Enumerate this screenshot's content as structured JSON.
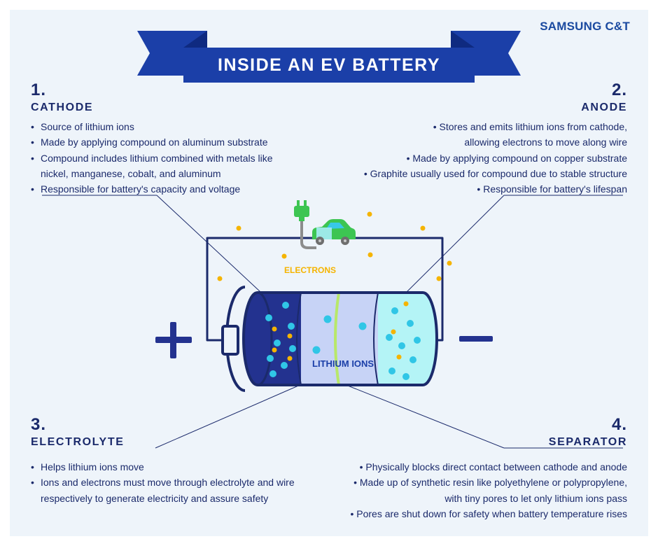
{
  "brand": "SAMSUNG C&T",
  "title": "INSIDE AN EV BATTERY",
  "colors": {
    "background": "#eef4fa",
    "navy": "#1b2a6b",
    "banner_blue": "#1b3fa8",
    "banner_dark": "#0f2a80",
    "cathode_fill": "#23328f",
    "electrolyte_fill": "#c7d3f6",
    "anode_fill": "#b4f4f6",
    "ion_cyan": "#30c6e6",
    "electron_yellow": "#f5b400",
    "separator_green": "#b8e86a",
    "car_green": "#3dc552",
    "car_window": "#38c8e8"
  },
  "sections": {
    "cathode": {
      "num": "1.",
      "name": "CATHODE",
      "bullets": [
        "Source of lithium ions",
        "Made by applying compound on aluminum substrate",
        "Compound includes lithium combined with metals like",
        "nickel, manganese, cobalt, and aluminum",
        "Responsible for battery's capacity and voltage"
      ]
    },
    "anode": {
      "num": "2.",
      "name": "ANODE",
      "bullets": [
        "• Stores and emits lithium ions from cathode,",
        "allowing electrons to move along wire",
        "• Made by applying compound on copper substrate",
        "• Graphite usually used for compound due to stable structure",
        "• Responsible for battery's lifespan"
      ]
    },
    "electrolyte": {
      "num": "3.",
      "name": "ELECTROLYTE",
      "bullets": [
        "Helps lithium ions move",
        "Ions and electrons must move through electrolyte and wire",
        "respectively to generate electricity and assure safety"
      ]
    },
    "separator": {
      "num": "4.",
      "name": "SEPARATOR",
      "bullets": [
        "• Physically blocks direct contact between cathode and anode",
        "• Made up of synthetic resin like polyethylene or polypropylene,",
        "with tiny pores to let only lithium ions pass",
        "• Pores are shut down for safety when battery temperature rises"
      ]
    }
  },
  "diagram": {
    "electrons_label": "ELECTRONS",
    "ions_label": "LITHIUM IONS",
    "plus_label": "+",
    "minus_label": "−"
  },
  "icons": [
    "power-plug-icon",
    "electric-car-icon"
  ]
}
